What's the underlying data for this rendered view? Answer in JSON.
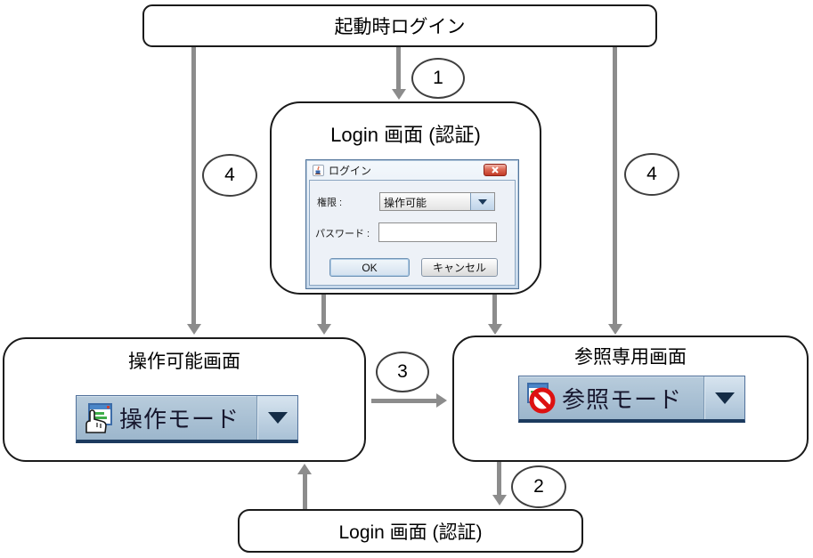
{
  "nodes": {
    "startup": "起動時ログイン",
    "login_top": "Login 画面 (認証)",
    "operable": "操作可能画面",
    "readonly": "参照専用画面",
    "login_bottom": "Login 画面 (認証)"
  },
  "badges": {
    "step1": "1",
    "step2": "2",
    "step3": "3",
    "step4_left": "4",
    "step4_right": "4"
  },
  "login_dialog": {
    "title": "ログイン",
    "permission_label": "権限 :",
    "permission_value": "操作可能",
    "password_label": "パスワード :",
    "password_value": "",
    "ok_button": "OK",
    "cancel_button": "キャンセル"
  },
  "mode_widgets": {
    "operable_label": "操作モード",
    "readonly_label": "参照モード"
  },
  "icons": {
    "dialog_app_icon": "java-cup",
    "dialog_close_icon": "close-x",
    "combo_arrow_icon": "triangle-down",
    "operable_icon": "hand-window",
    "readonly_icon": "no-entry-window"
  },
  "colors": {
    "arrow": "#8c8c8c",
    "node_border": "#1a1a1a",
    "widget_bg": "#a6bed3",
    "widget_border_dark": "#1c3a5e",
    "dialog_frame": "#51749b",
    "close_button_red": "#c13a26"
  }
}
